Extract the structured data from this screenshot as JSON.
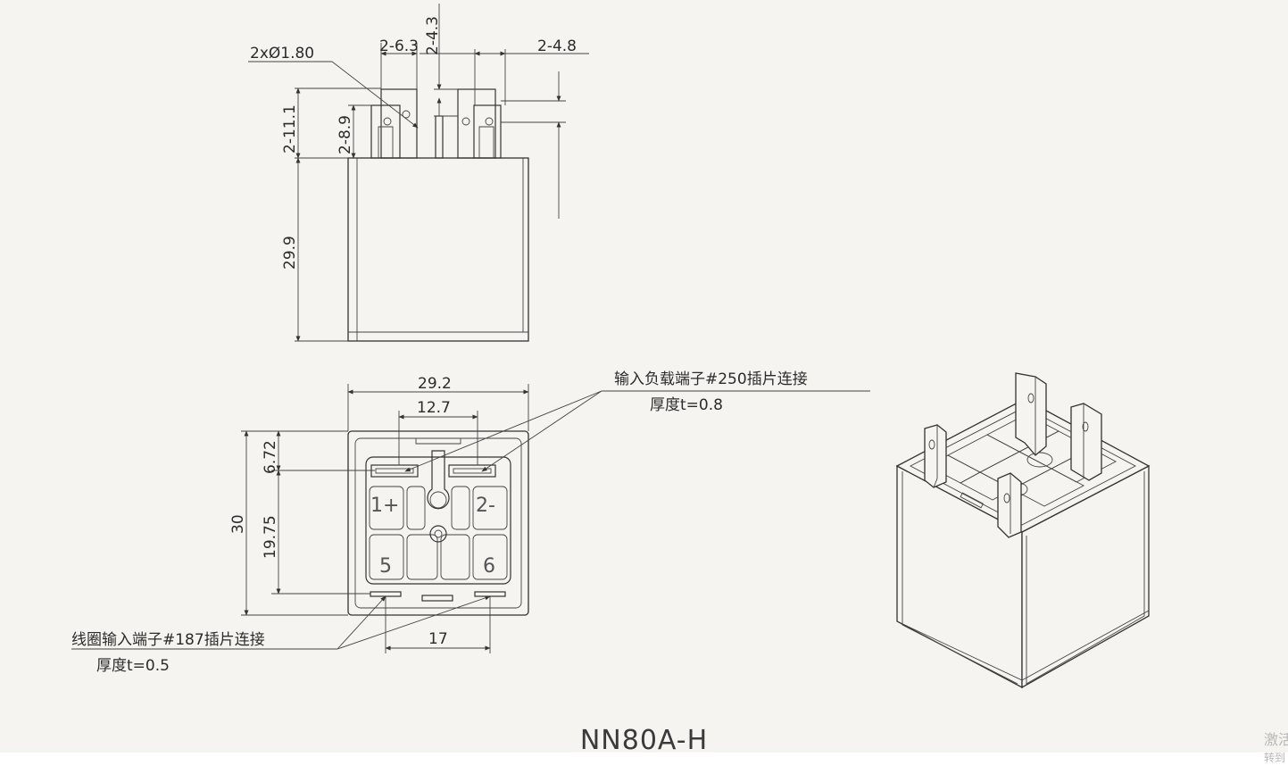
{
  "dimensions": {
    "hole_dia": "2xØ1.80",
    "side_spacing_left": "2-6.3",
    "side_spacing_mid": "2-4.3",
    "side_spacing_right": "2-4.8",
    "terminal_height_outer": "2-11.1",
    "terminal_height_inner": "2-8.9",
    "body_height": "29.9",
    "bottom_width": "29.2",
    "pin_spacing_top": "12.7",
    "top_offset": "6.72",
    "pin_spacing_vertical": "19.75",
    "bottom_height": "30",
    "coil_spacing": "17"
  },
  "notes": {
    "load_terminal": "输入负载端子#250插片连接",
    "load_thickness": "厚度t=0.8",
    "coil_terminal": "线圈输入端子#187插片连接",
    "coil_thickness": "厚度t=0.5"
  },
  "pins": {
    "p1": "1+",
    "p2": "2-",
    "p5": "5",
    "p6": "6"
  },
  "title": "NN80A-H",
  "watermark": {
    "line1": "激活",
    "line2": "转到"
  }
}
